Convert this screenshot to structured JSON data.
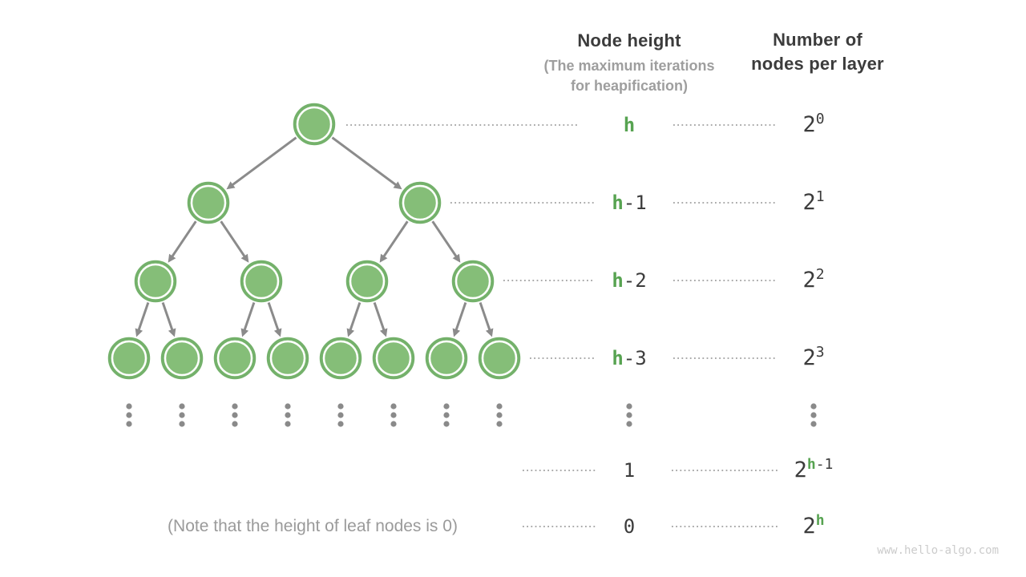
{
  "headers": {
    "node_height_title": "Node height",
    "node_height_subtitle_line1": "(The maximum iterations",
    "node_height_subtitle_line2": "for heapification)",
    "nodes_per_layer_line1": "Number of",
    "nodes_per_layer_line2": "nodes per layer"
  },
  "tree": {
    "levels_nodes": [
      1,
      2,
      4,
      8
    ],
    "continued_below": true
  },
  "rows": [
    {
      "height": {
        "green": "h",
        "dark": ""
      },
      "count": {
        "base": "2",
        "sup": [
          {
            "t": "0",
            "c": "dark"
          }
        ]
      }
    },
    {
      "height": {
        "green": "h",
        "dark": "-1"
      },
      "count": {
        "base": "2",
        "sup": [
          {
            "t": "1",
            "c": "dark"
          }
        ]
      }
    },
    {
      "height": {
        "green": "h",
        "dark": "-2"
      },
      "count": {
        "base": "2",
        "sup": [
          {
            "t": "2",
            "c": "dark"
          }
        ]
      }
    },
    {
      "height": {
        "green": "h",
        "dark": "-3"
      },
      "count": {
        "base": "2",
        "sup": [
          {
            "t": "3",
            "c": "dark"
          }
        ]
      }
    },
    {
      "ellipsis": true
    },
    {
      "height": {
        "green": "",
        "dark": "1"
      },
      "count": {
        "base": "2",
        "sup": [
          {
            "t": "h",
            "c": "green"
          },
          {
            "t": "-1",
            "c": "dark"
          }
        ]
      }
    },
    {
      "height": {
        "green": "",
        "dark": "0"
      },
      "count": {
        "base": "2",
        "sup": [
          {
            "t": "h",
            "c": "green"
          }
        ]
      }
    }
  ],
  "note": "(Note that the height of leaf nodes is 0)",
  "watermark": "www.hello-algo.com",
  "colors": {
    "node_fill": "#85be78",
    "node_stroke": "#74b16b",
    "node_ring": "#ffffff",
    "arrow": "#8b8b8b",
    "dotted_line": "#9e9e9e",
    "ellipsis_dot": "#8a8a8a",
    "green_text": "#57a351",
    "dark_text": "#3c3c3c",
    "gray_text": "#9e9e9e",
    "note_text": "#9a9a9a",
    "watermark_text": "#cccccc"
  }
}
